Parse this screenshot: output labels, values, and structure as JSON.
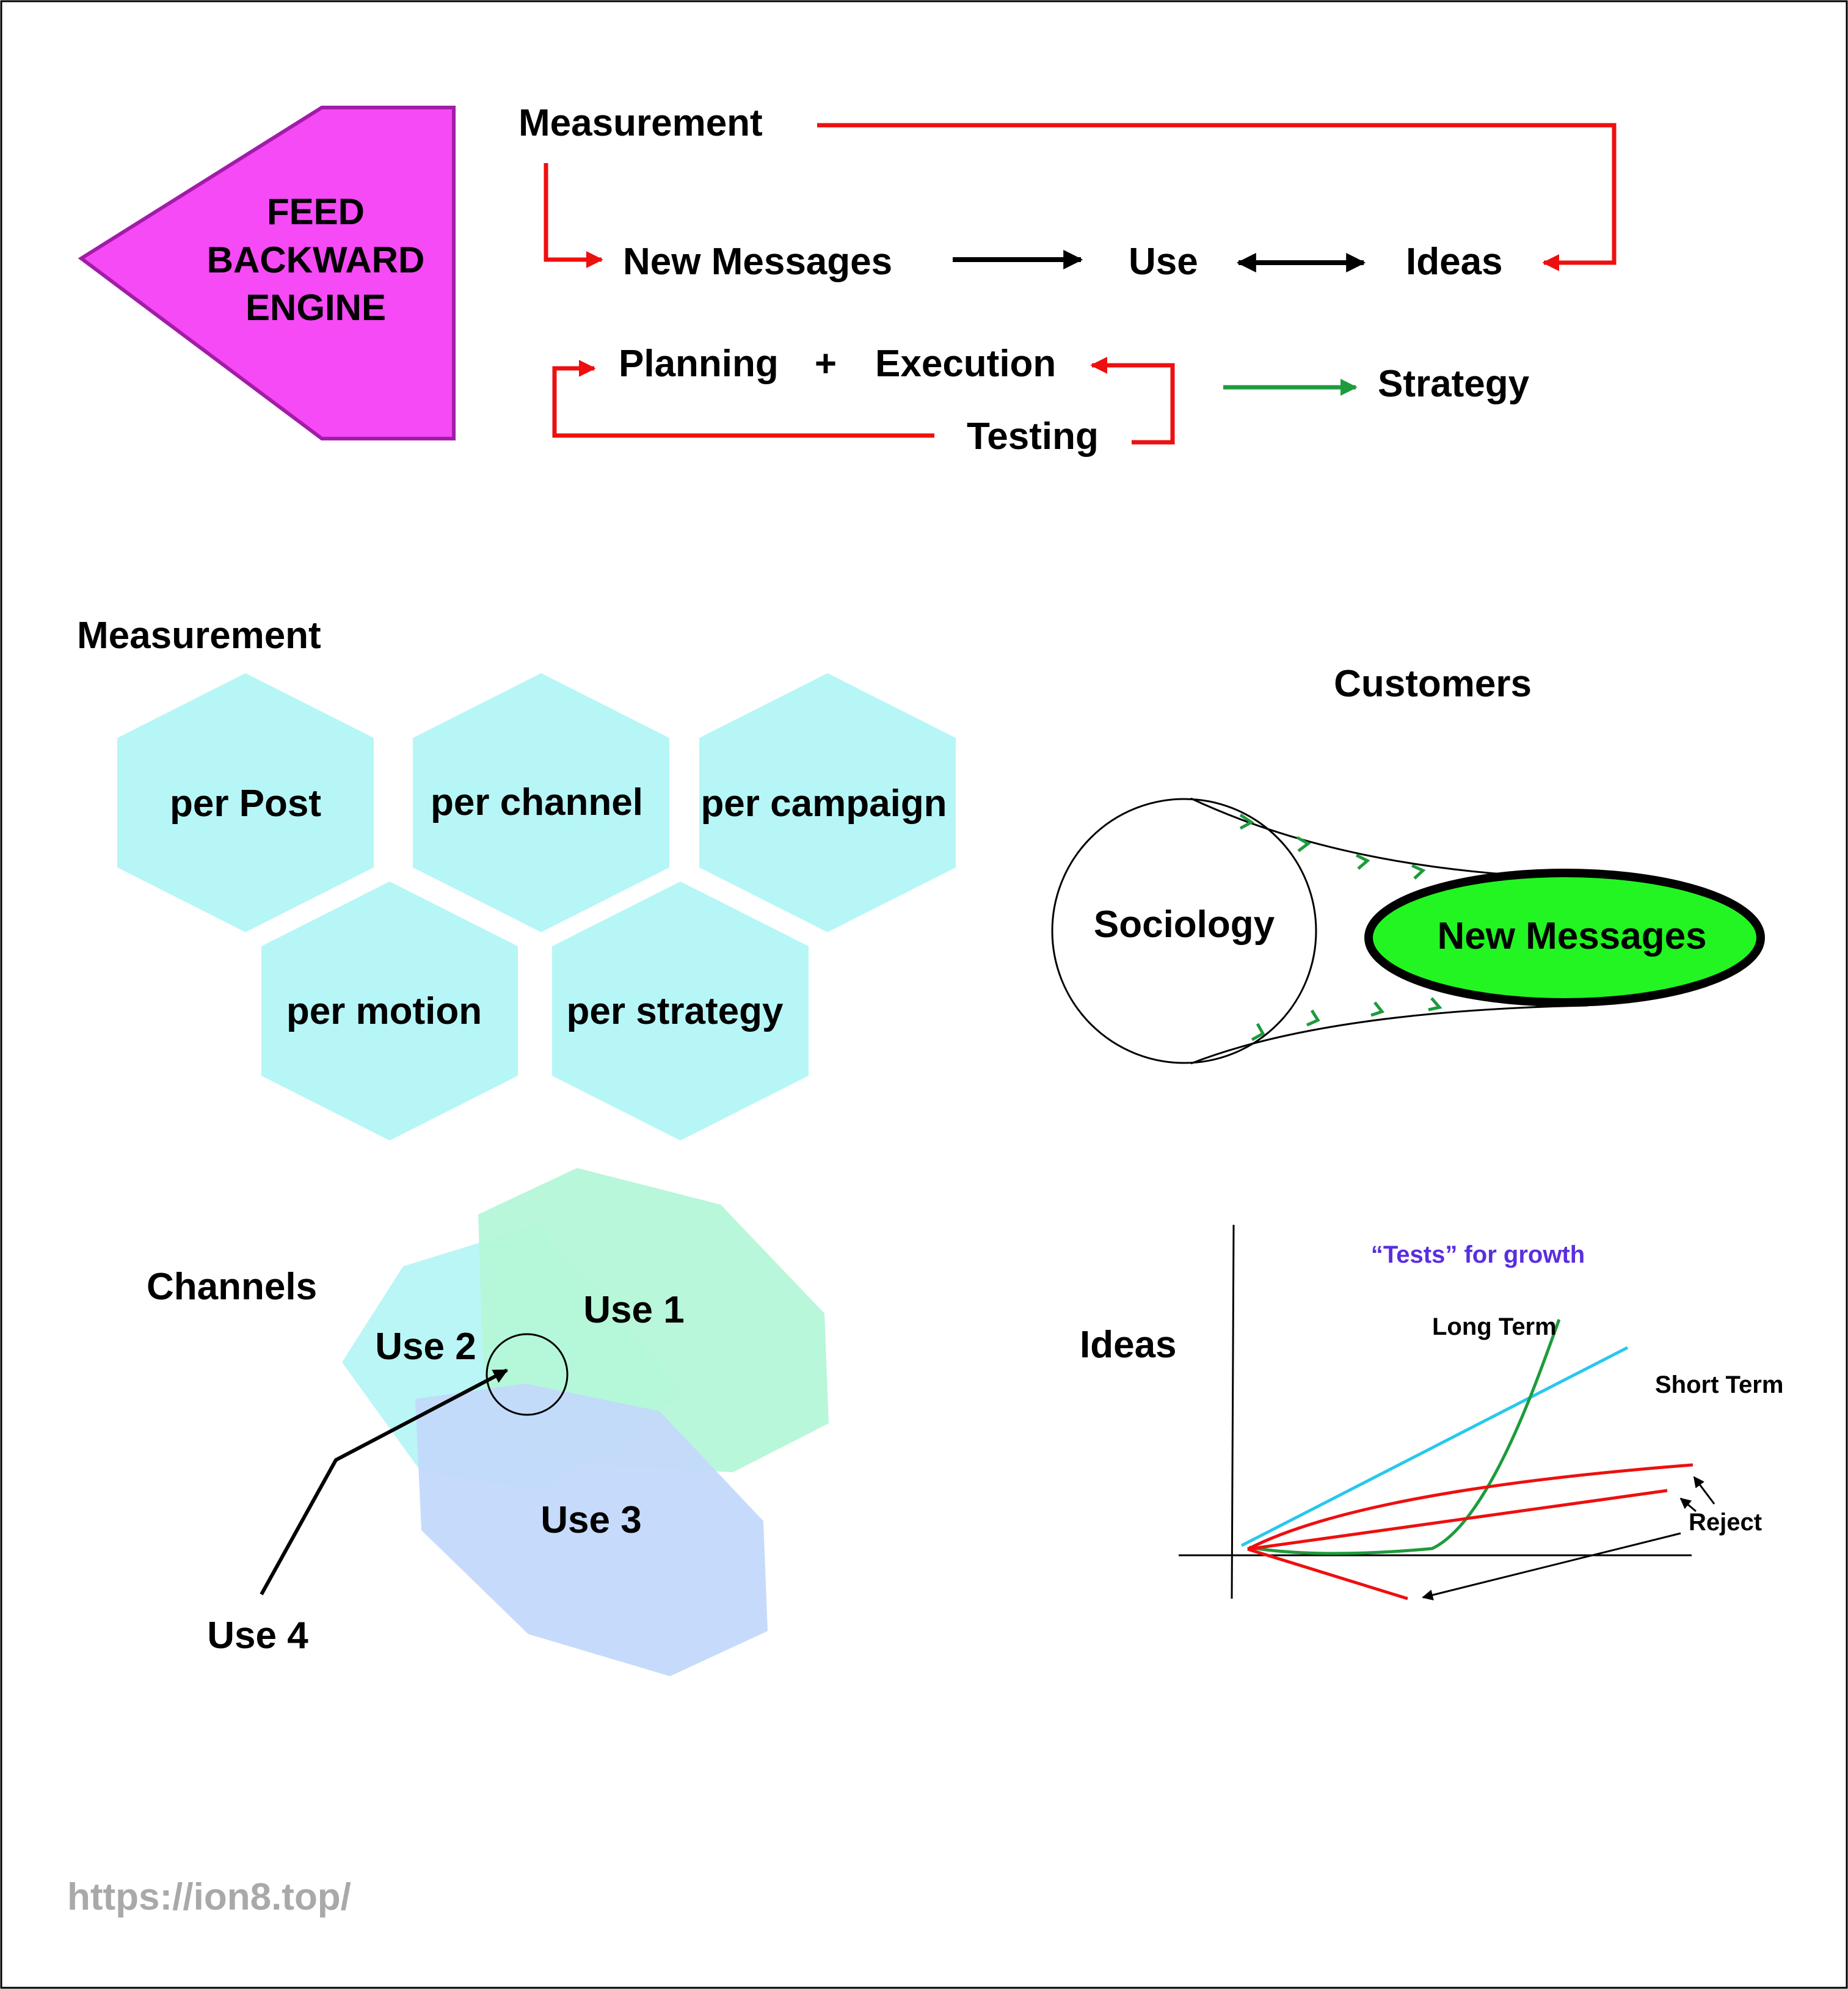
{
  "engine": {
    "title_lines": [
      "FEED",
      "BACKWARD",
      "ENGINE"
    ],
    "color": "#f54af5"
  },
  "flow": {
    "measurement": "Measurement",
    "new_messages": "New Messages",
    "use": "Use",
    "ideas": "Ideas",
    "planning": "Planning",
    "plus": "+",
    "execution": "Execution",
    "testing": "Testing",
    "strategy": "Strategy"
  },
  "measurement_section": {
    "title": "Measurement",
    "hexagons": [
      "per Post",
      "per channel",
      "per campaign",
      "per motion",
      "per strategy"
    ],
    "hex_color": "#b6f6f6"
  },
  "customers": {
    "title": "Customers",
    "sociology": "Sociology",
    "new_messages": "New Messages",
    "ellipse_color": "#22f522"
  },
  "channels": {
    "title": "Channels",
    "uses": [
      "Use 1",
      "Use 2",
      "Use 3",
      "Use 4"
    ]
  },
  "ideas_chart": {
    "title": "Ideas",
    "subtitle": "“Tests” for growth",
    "subtitle_color": "#5a2ee0",
    "long_term": "Long Term",
    "short_term": "Short Term",
    "reject": "Reject"
  },
  "footer": {
    "url": "https://ion8.top/"
  },
  "colors": {
    "red": "#ee0f0f",
    "green": "#1e9b3c",
    "cyan": "#29c8ec",
    "gray": "#a9a9a9",
    "hex": "#b6f6f6",
    "blob_green": "#b4f7d7",
    "blob_cyan": "#b9f6f5",
    "blob_blue": "#c3d9fb"
  }
}
